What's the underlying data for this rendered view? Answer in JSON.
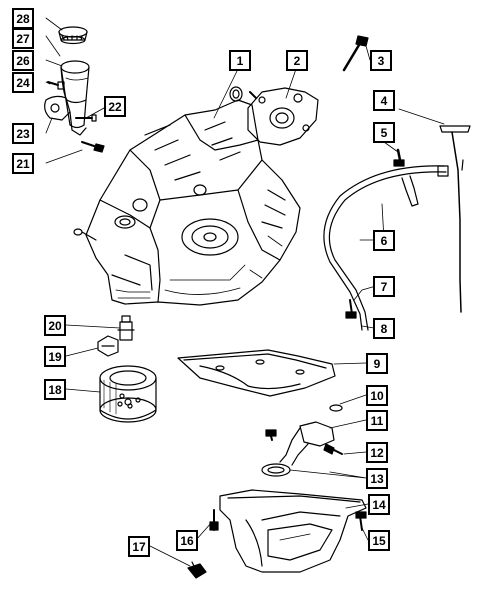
{
  "diagram": {
    "callouts": [
      {
        "id": "c1",
        "label": "1"
      },
      {
        "id": "c2",
        "label": "2"
      },
      {
        "id": "c3",
        "label": "3"
      },
      {
        "id": "c4",
        "label": "4"
      },
      {
        "id": "c5",
        "label": "5"
      },
      {
        "id": "c6",
        "label": "6"
      },
      {
        "id": "c7",
        "label": "7"
      },
      {
        "id": "c8",
        "label": "8"
      },
      {
        "id": "c9",
        "label": "9"
      },
      {
        "id": "c10",
        "label": "10"
      },
      {
        "id": "c11",
        "label": "11"
      },
      {
        "id": "c12",
        "label": "12"
      },
      {
        "id": "c13",
        "label": "13"
      },
      {
        "id": "c14",
        "label": "14"
      },
      {
        "id": "c15",
        "label": "15"
      },
      {
        "id": "c16",
        "label": "16"
      },
      {
        "id": "c17",
        "label": "17"
      },
      {
        "id": "c18",
        "label": "18"
      },
      {
        "id": "c19",
        "label": "19"
      },
      {
        "id": "c20",
        "label": "20"
      },
      {
        "id": "c21",
        "label": "21"
      },
      {
        "id": "c22",
        "label": "22"
      },
      {
        "id": "c23",
        "label": "23"
      },
      {
        "id": "c24",
        "label": "24"
      },
      {
        "id": "c26",
        "label": "26"
      },
      {
        "id": "c27",
        "label": "27"
      },
      {
        "id": "c28",
        "label": "28"
      }
    ]
  }
}
